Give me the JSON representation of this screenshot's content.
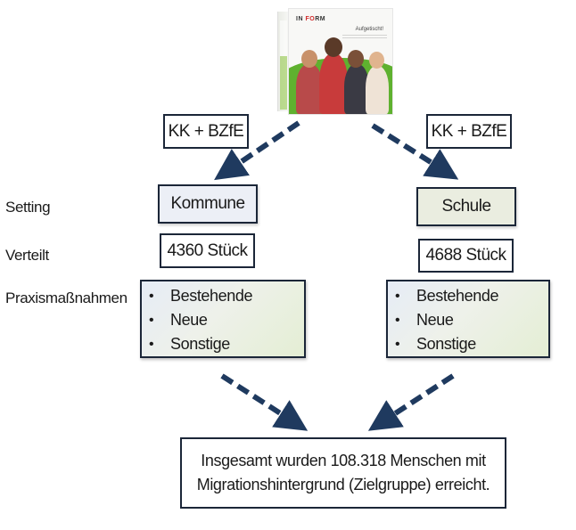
{
  "product": {
    "brand": "IN FORM",
    "title": "Aufgetischt!",
    "icon": "product-box-image"
  },
  "funding": {
    "left": "KK + BZfE",
    "right": "KK + BZfE"
  },
  "row_labels": {
    "setting": "Setting",
    "distributed": "Verteilt",
    "measures": "Praxismaßnahmen"
  },
  "branches": [
    {
      "setting": "Kommune",
      "distributed": "4360 Stück",
      "measures": [
        "Bestehende",
        "Neue",
        "Sonstige"
      ],
      "setting_color": "#eceff6"
    },
    {
      "setting": "Schule",
      "distributed": "4688 Stück",
      "measures": [
        "Bestehende",
        "Neue",
        "Sonstige"
      ],
      "setting_color": "#eaede0"
    }
  ],
  "bullet_char": "•",
  "summary": {
    "line1": "Insgesamt wurden 108.318 Menschen mit",
    "line2": "Migrationshintergrund (Zielgruppe) erreicht."
  },
  "colors": {
    "arrow": "#1f3a5f",
    "border": "#1b2638"
  }
}
